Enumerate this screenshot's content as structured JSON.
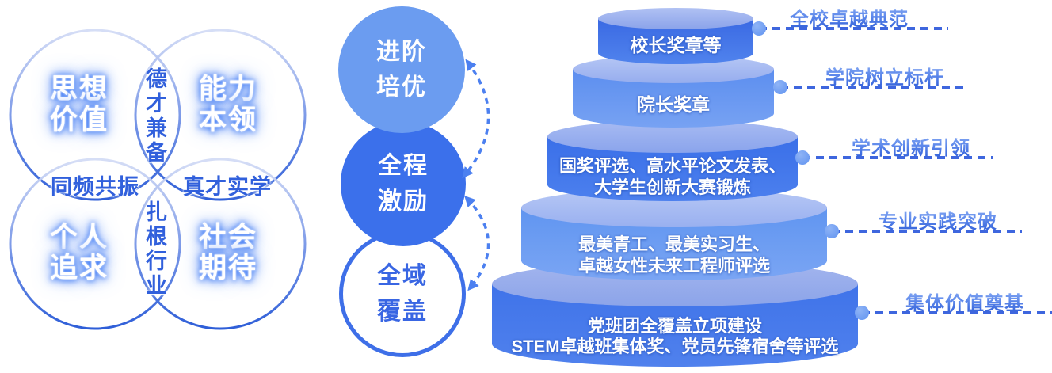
{
  "venn": {
    "circles": [
      {
        "name": "top-left",
        "lines": [
          "思想",
          "价值"
        ]
      },
      {
        "name": "top-right",
        "lines": [
          "能力",
          "本领"
        ]
      },
      {
        "name": "bottom-left",
        "lines": [
          "个人",
          "追求"
        ]
      },
      {
        "name": "bottom-right",
        "lines": [
          "社会",
          "期待"
        ]
      }
    ],
    "intersections": {
      "top_vertical": "德才兼备",
      "bottom_vertical": "扎根行业",
      "left_horizontal": "同频共振",
      "right_horizontal": "真才实学"
    }
  },
  "process_stages": [
    {
      "name": "stage-1",
      "lines": [
        "进阶",
        "培优"
      ]
    },
    {
      "name": "stage-2",
      "lines": [
        "全程",
        "激励"
      ]
    },
    {
      "name": "stage-3",
      "lines": [
        "全域",
        "覆盖"
      ]
    }
  ],
  "pyramid": {
    "tiers": [
      {
        "lines": [
          "校长奖章等"
        ],
        "label": "全校卓越典范"
      },
      {
        "lines": [
          "院长奖章"
        ],
        "label": "学院树立标杆"
      },
      {
        "lines": [
          "国奖评选、高水平论文发表、",
          "大学生创新大赛锻炼"
        ],
        "label": "学术创新引领"
      },
      {
        "lines": [
          "最美青工、最美实习生、",
          "卓越女性未来工程师评选"
        ],
        "label": "专业实践突破"
      },
      {
        "lines": [
          "党班团全覆盖立项建设",
          "STEM卓越班集体奖、党员先锋宿舍等评选"
        ],
        "label": "集体价值奠基"
      }
    ]
  },
  "colors": {
    "primary_blue": "#3B70EB",
    "light_blue": "#6B9CF0",
    "pale_ellipse": "#A9BCF1",
    "dashed_leader": "#3E66DE",
    "venn_text_glow": "#3E7AF5",
    "label_gradient_top": "#93B4F5",
    "label_gradient_bottom": "#2B5AD6",
    "white": "#FFFFFF"
  }
}
